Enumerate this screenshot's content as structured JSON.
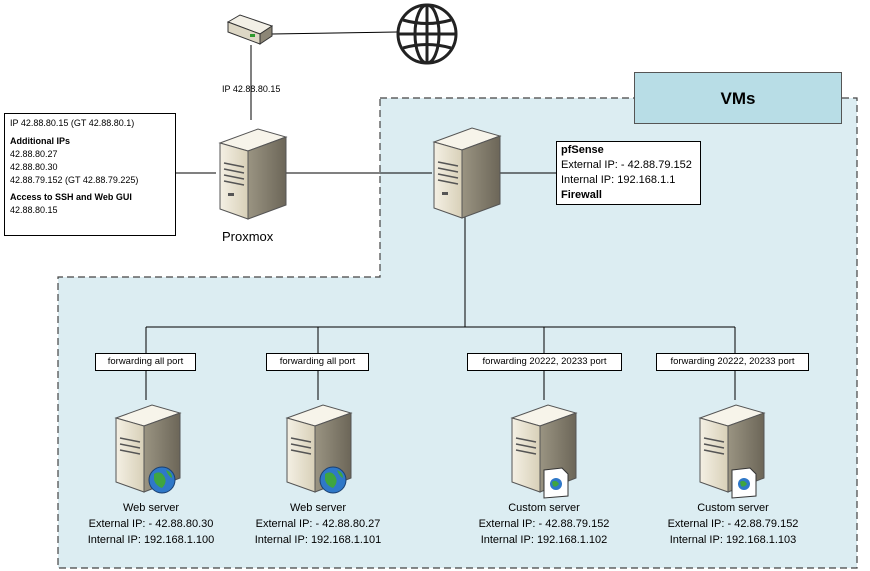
{
  "router": {
    "ip_label": "IP 42.88.80.15"
  },
  "proxmox": {
    "label": "Proxmox",
    "info": {
      "line1": "IP 42.88.80.15 (GT 42.88.80.1)",
      "additional_title": "Additional IPs",
      "additional": [
        "42.88.80.27",
        "42.88.80.30",
        "42.88.79.152 (GT 42.88.79.225)"
      ],
      "access_title": "Access to SSH and Web GUI",
      "access_ip": "42.88.80.15"
    }
  },
  "vms_label": "VMs",
  "pfsense": {
    "title": "pfSense",
    "external": "External IP: - 42.88.79.152",
    "internal": "Internal IP: 192.168.1.1",
    "footer": "Firewall"
  },
  "servers": [
    {
      "forwarding": "forwarding all port",
      "name": "Web server",
      "external": "External IP: - 42.88.80.30",
      "internal": "Internal IP: 192.168.1.100"
    },
    {
      "forwarding": "forwarding all port",
      "name": "Web server",
      "external": "External IP: - 42.88.80.27",
      "internal": "Internal IP: 192.168.1.101"
    },
    {
      "forwarding": "forwarding 20222, 20233  port",
      "name": "Custom server",
      "external": "External IP: - 42.88.79.152",
      "internal": "Internal IP: 192.168.1.102"
    },
    {
      "forwarding": "forwarding 20222, 20233  port",
      "name": "Custom server",
      "external": "External IP: - 42.88.79.152",
      "internal": "Internal IP: 192.168.1.103"
    }
  ],
  "colors": {
    "vm_area": "#dcedf2",
    "vm_label": "#b8dde6",
    "server_body": "#ece6d4"
  }
}
